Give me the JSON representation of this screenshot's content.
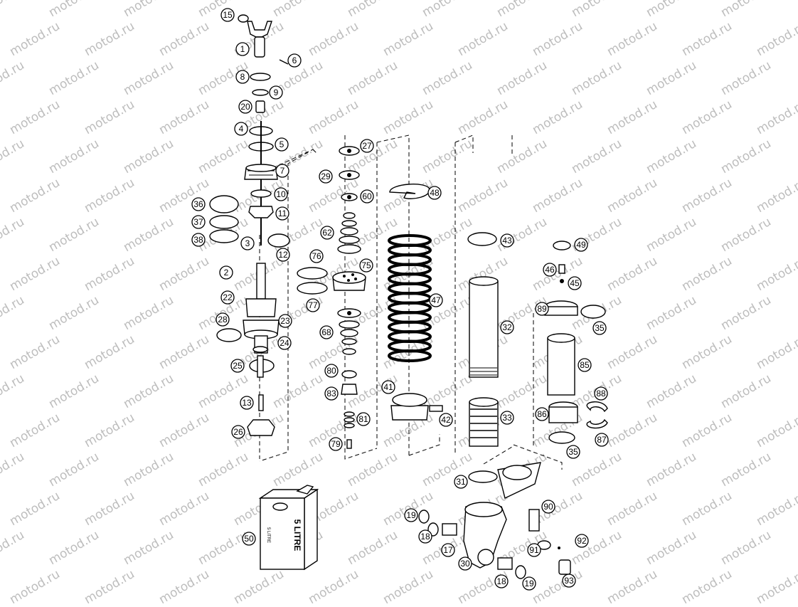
{
  "watermark": {
    "text": "motod.ru",
    "color": "#bdbdbd"
  },
  "oil_can": {
    "label_front": "5 LITRE",
    "label_side": "5 LITRE"
  },
  "callouts": {
    "c1": "1",
    "c2": "2",
    "c3": "3",
    "c4": "4",
    "c5": "5",
    "c6": "6",
    "c7": "7",
    "c8": "8",
    "c9": "9",
    "c10": "10",
    "c11": "11",
    "c12": "12",
    "c13": "13",
    "c15": "15",
    "c17": "17",
    "c18a": "18",
    "c18b": "18",
    "c19a": "19",
    "c19b": "19",
    "c20": "20",
    "c22": "22",
    "c23": "23",
    "c24": "24",
    "c25": "25",
    "c26": "26",
    "c27": "27",
    "c28": "28",
    "c29": "29",
    "c30": "30",
    "c31": "31",
    "c32": "32",
    "c33": "33",
    "c35a": "35",
    "c35b": "35",
    "c36": "36",
    "c37": "37",
    "c38": "38",
    "c41": "41",
    "c42": "42",
    "c43": "43",
    "c45": "45",
    "c46": "46",
    "c47": "47",
    "c48": "48",
    "c49": "49",
    "c50": "50",
    "c60": "60",
    "c62": "62",
    "c68": "68",
    "c75": "75",
    "c76": "76",
    "c77": "77",
    "c79": "79",
    "c80": "80",
    "c81": "81",
    "c83": "83",
    "c85": "85",
    "c86": "86",
    "c87": "87",
    "c88": "88",
    "c89": "89",
    "c90": "90",
    "c91": "91",
    "c92": "92",
    "c93": "93"
  }
}
